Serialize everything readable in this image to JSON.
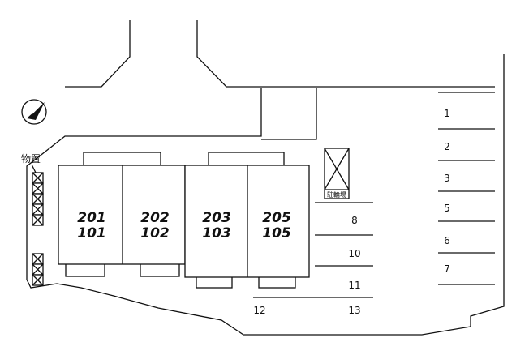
{
  "storage_label": "物置",
  "bicycle_parking_label": "駐輪場",
  "units": [
    {
      "upper": "201",
      "lower": "101"
    },
    {
      "upper": "202",
      "lower": "102"
    },
    {
      "upper": "203",
      "lower": "103"
    },
    {
      "upper": "205",
      "lower": "105"
    }
  ],
  "parking_right": [
    "1",
    "2",
    "3",
    "5",
    "6",
    "7"
  ],
  "parking_middle": [
    "8",
    "10",
    "11",
    "13"
  ],
  "parking_bottom_left": "12",
  "north_arrow": {
    "icon": "north-arrow-icon"
  }
}
